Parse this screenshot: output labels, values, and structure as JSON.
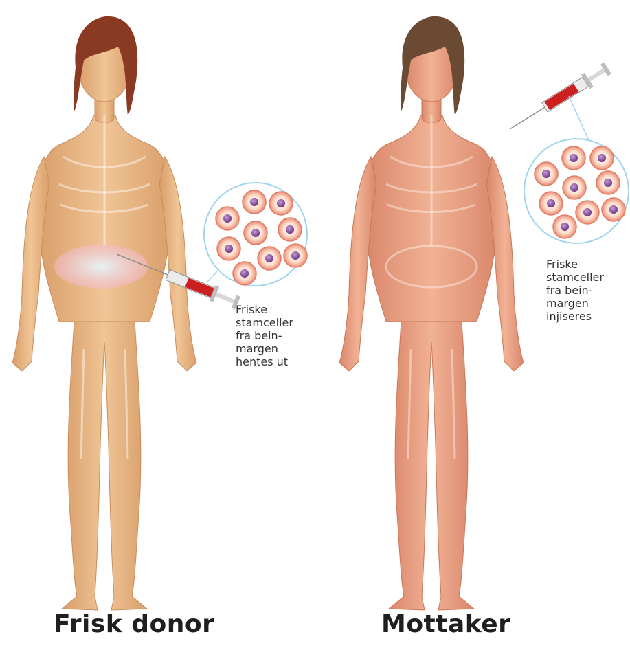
{
  "panels": {
    "donor": {
      "title": "Frisk donor",
      "caption": "Friske\nstamceller\nfra bein-\nmargen\nhentes ut",
      "skin_color": "#e8b986",
      "hair_color": "#8a3a22",
      "icons": [
        "female-figure-icon",
        "syringe-icon",
        "stem-cell-icon"
      ]
    },
    "recipient": {
      "title": "Mottaker",
      "caption": "Friske\nstamceller\nfra bein-\nmargen\ninjiseres",
      "skin_color": "#e9a384",
      "hair_color": "#6b4a33",
      "icons": [
        "female-figure-icon",
        "syringe-icon",
        "stem-cell-icon"
      ]
    }
  },
  "colors": {
    "cell_ring": "#e8866f",
    "cell_fill": "#fbd3bd",
    "cell_nucleus": "#8a5aa0",
    "bubble_border": "#9fd4ec",
    "syringe_red": "#cc1f1f",
    "bone_highlight": "#dfeff7"
  }
}
